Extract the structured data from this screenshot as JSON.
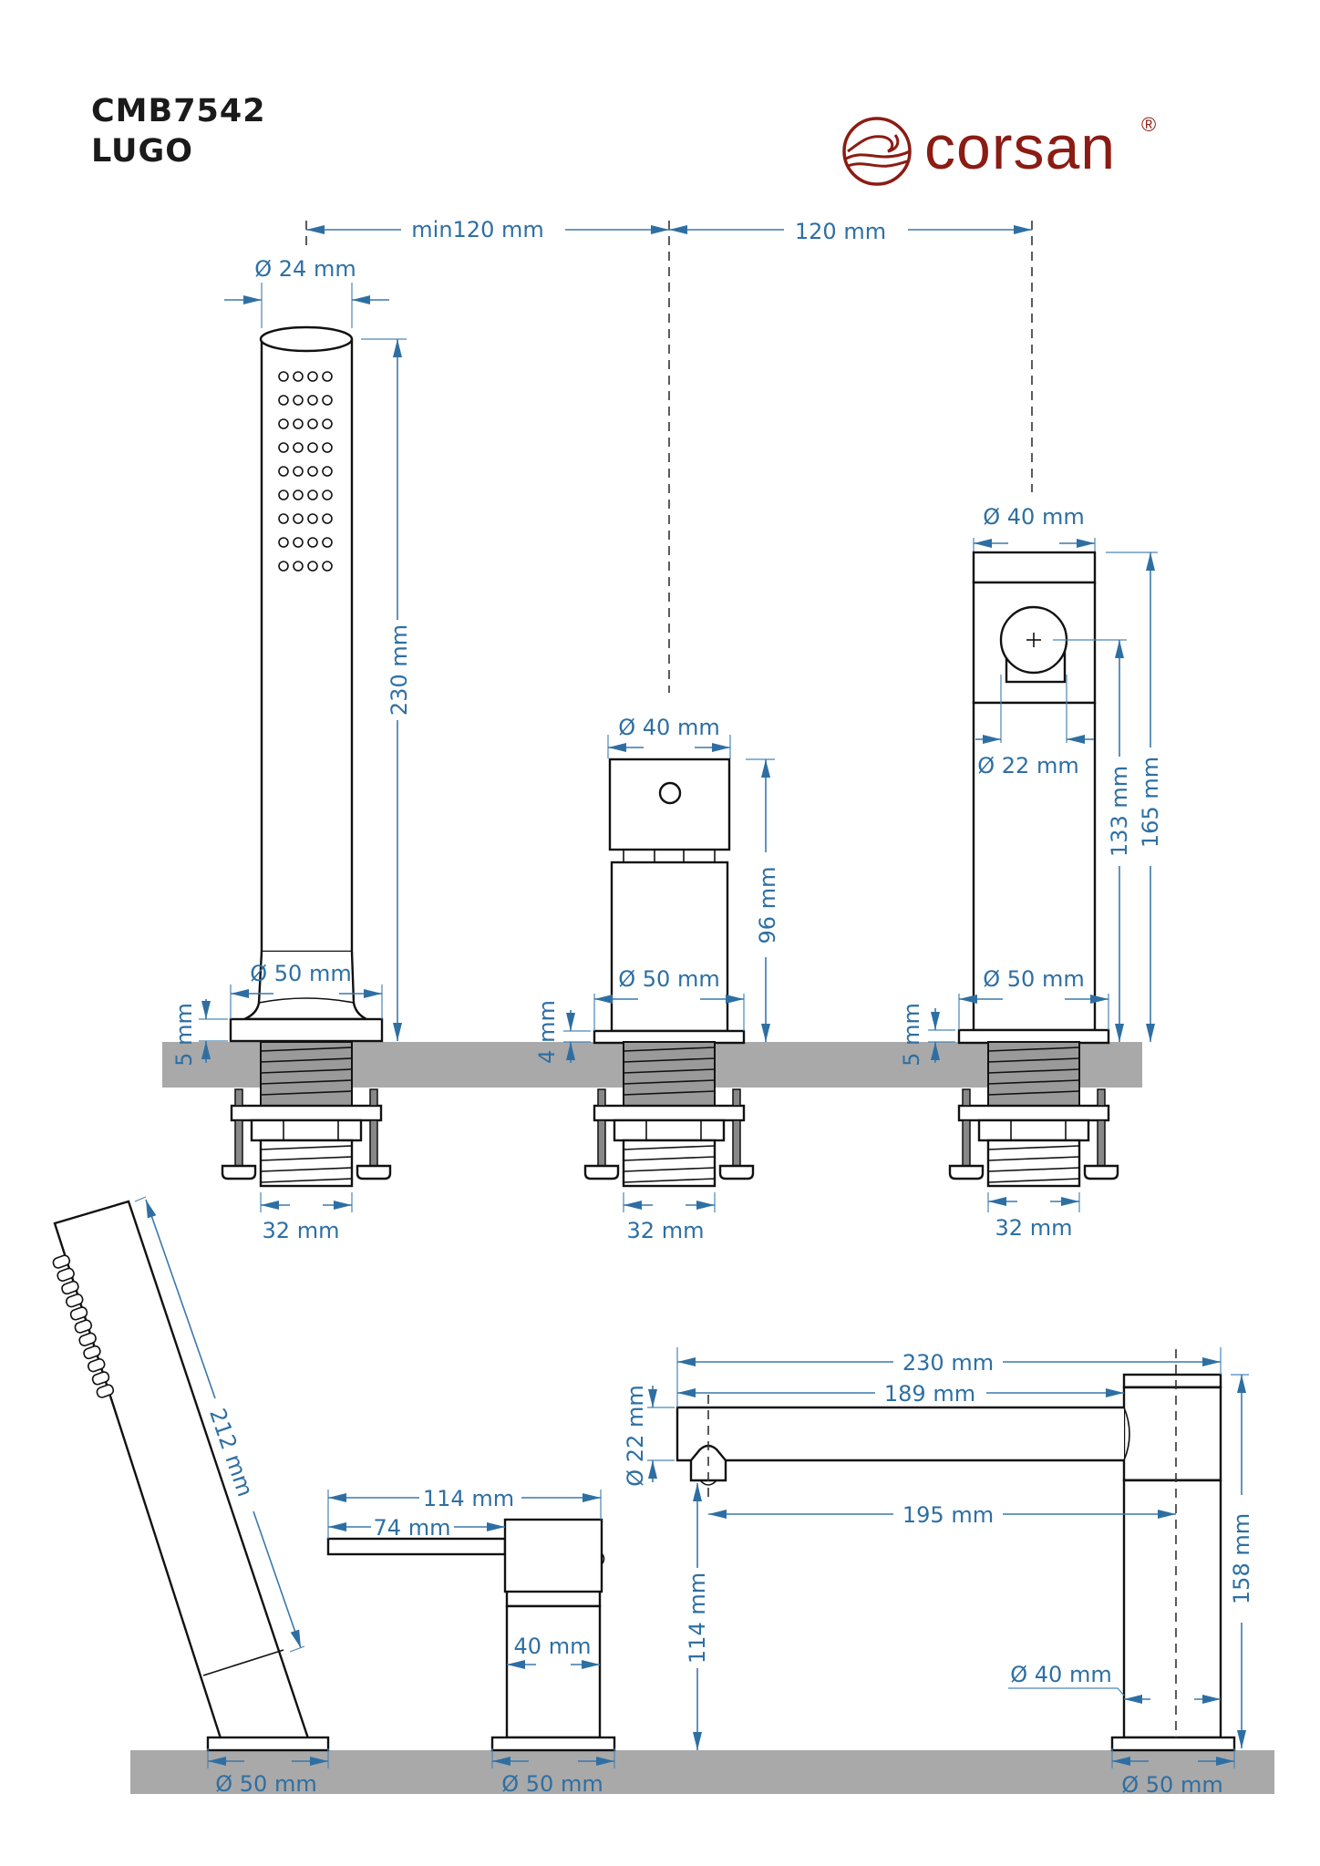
{
  "header": {
    "product_code": "CMB7542",
    "product_name": "LUGO"
  },
  "brand": {
    "name": "corsan",
    "registered_mark": "®",
    "color": "#8b1c14",
    "logo_icon": "wave-circle-icon"
  },
  "colors": {
    "dimension": "#2e6fa3",
    "outline": "#111111",
    "deck": "#a9a9a9"
  },
  "top_view": {
    "spacing_left": "min120 mm",
    "spacing_right": "120 mm",
    "hand_shower": {
      "head_diameter": "Ø 24 mm",
      "height": "230 mm",
      "base_diameter": "Ø 50 mm",
      "base_thickness": "5 mm",
      "thread_diameter": "32 mm"
    },
    "diverter": {
      "head_diameter": "Ø 40 mm",
      "height": "96 mm",
      "base_diameter": "Ø 50 mm",
      "base_thickness": "4 mm",
      "thread_diameter": "32 mm"
    },
    "mixer": {
      "body_diameter": "Ø 40 mm",
      "outlet_diameter": "Ø 22 mm",
      "outlet_height": "133 mm",
      "height": "165 mm",
      "base_diameter": "Ø 50 mm",
      "base_thickness": "5 mm",
      "thread_diameter": "32 mm"
    }
  },
  "side_view": {
    "handset": {
      "length": "212 mm",
      "base_diameter": "Ø 50 mm"
    },
    "diverter": {
      "total_length": "114 mm",
      "lever_length": "74 mm",
      "body_diameter": "40 mm",
      "base_diameter": "Ø 50 mm"
    },
    "spout": {
      "total_length": "230 mm",
      "spout_length": "189 mm",
      "spout_diameter": "Ø 22 mm",
      "reach": "195 mm",
      "outlet_height": "114 mm",
      "height": "158 mm",
      "body_diameter": "Ø 40 mm",
      "base_diameter": "Ø 50 mm"
    }
  }
}
